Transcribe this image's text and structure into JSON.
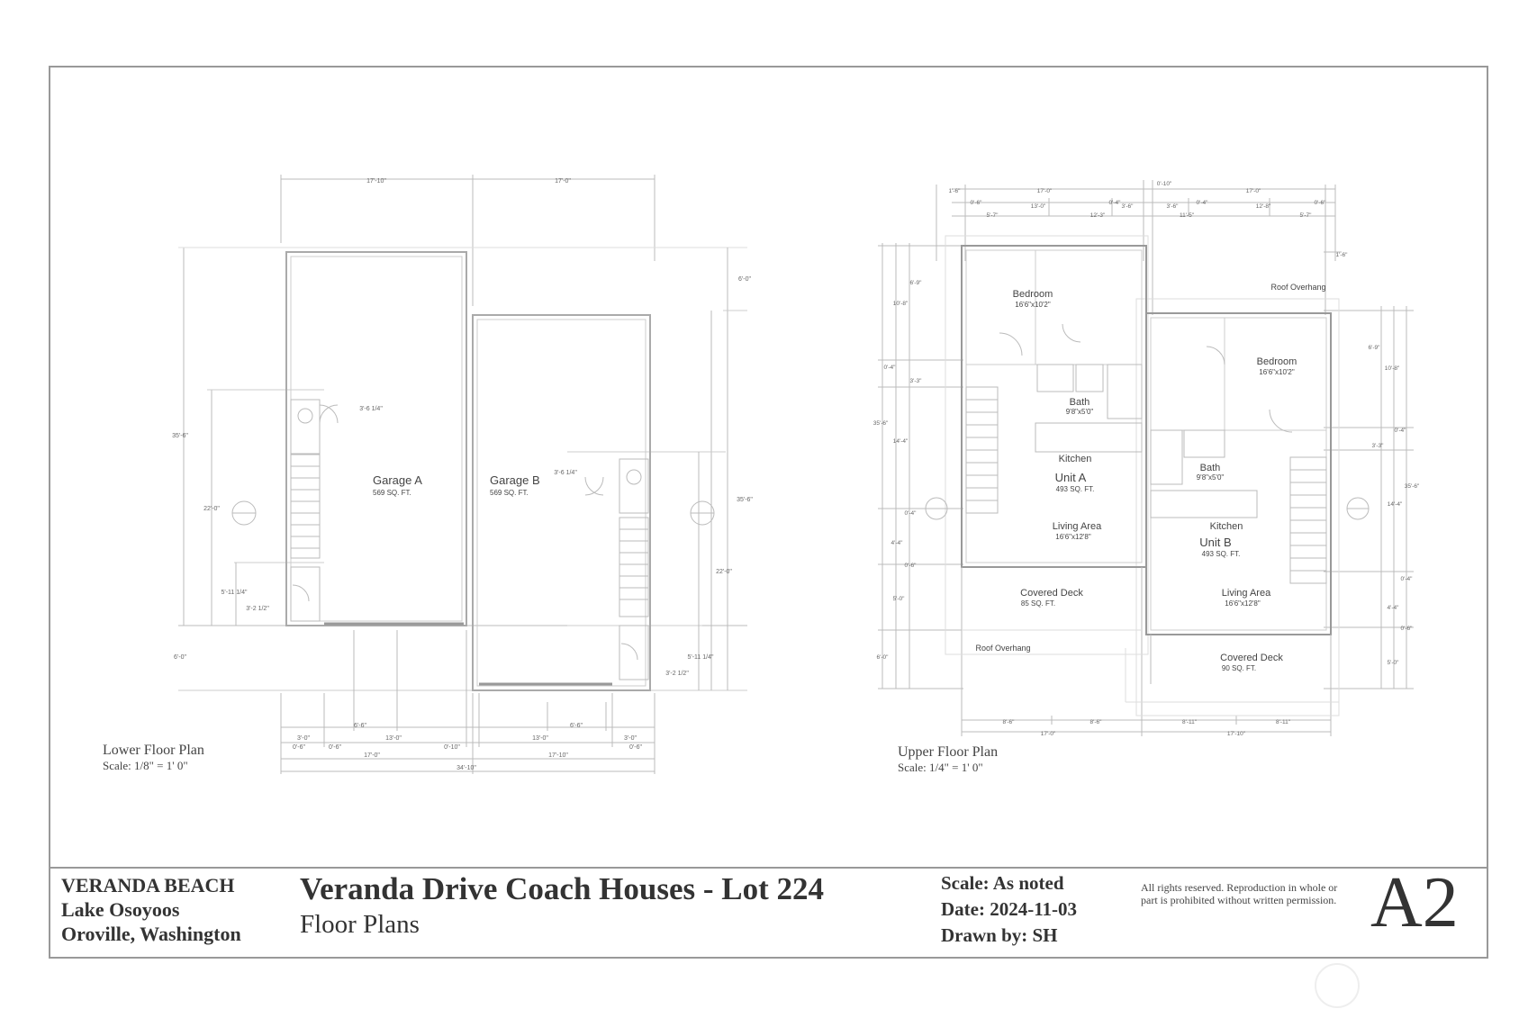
{
  "lower_plan": {
    "caption": "Lower Floor Plan",
    "scale": "Scale: 1/8\" = 1' 0\"",
    "rooms": [
      {
        "name": "Garage A",
        "area": "569 SQ. FT."
      },
      {
        "name": "Garage B",
        "area": "569 SQ. FT."
      }
    ],
    "dims": {
      "top_left": "17'-10\"",
      "top_right": "17'-0\"",
      "left_total": "35'-6\"",
      "left_lower": "22'-0\"",
      "left_bottom": "6'-0\"",
      "right_top": "6'-0\"",
      "right_total": "35'-6\"",
      "right_lower": "22'-0\"",
      "stair_a": "3'-6 1/4\"",
      "stair_b": "3'-6 1/4\"",
      "closet_a_w": "5'-11 1/4\"",
      "closet_a_h": "3'-2 1/2\"",
      "closet_b_w": "5'-11 1/4\"",
      "closet_b_h": "3'-2 1/2\"",
      "bottom_a_door": "6'-6\"",
      "bottom_b_door": "6'-6\"",
      "bottom_a_30": "3'-0\"",
      "bottom_a_06": "0'-6\"",
      "bottom_a_06b": "0'-6\"",
      "bottom_a_13": "13'-0\"",
      "bottom_a_010": "0'-10\"",
      "bottom_b_13": "13'-0\"",
      "bottom_b_30": "3'-0\"",
      "bottom_b_06": "0'-6\"",
      "bottom_17a": "17'-0\"",
      "bottom_17b": "17'-10\"",
      "bottom_total": "34'-10\""
    }
  },
  "upper_plan": {
    "caption": "Upper Floor Plan",
    "scale": "Scale: 1/4\" = 1' 0\"",
    "rooms": [
      {
        "name": "Bedroom",
        "area": "16'6\"x10'2\""
      },
      {
        "name": "Bath",
        "area": "9'8\"x5'0\""
      },
      {
        "name": "Kitchen",
        "area": ""
      },
      {
        "name": "Unit A",
        "area": "493 SQ. FT."
      },
      {
        "name": "Living Area",
        "area": "16'6\"x12'8\""
      },
      {
        "name": "Covered Deck",
        "area": "85 SQ. FT."
      },
      {
        "name": "Bedroom",
        "area": "16'6\"x10'2\""
      },
      {
        "name": "Bath",
        "area": "9'8\"x5'0\""
      },
      {
        "name": "Kitchen",
        "area": ""
      },
      {
        "name": "Unit B",
        "area": "493 SQ. FT."
      },
      {
        "name": "Living Area",
        "area": "16'6\"x12'8\""
      },
      {
        "name": "Covered Deck",
        "area": "90 SQ. FT."
      }
    ],
    "roof_overhang_top": "Roof Overhang",
    "roof_overhang_bottom": "Roof Overhang",
    "dims": {
      "t_16": "1'-6\"",
      "t_17a": "17'-0\"",
      "t_010": "0'-10\"",
      "t_17b": "17'-0\"",
      "t_06a": "0'-6\"",
      "t_13": "13'-0\"",
      "t_04a": "0'-4\"",
      "t_36a": "3'-6\"",
      "t_36b": "3'-6\"",
      "t_04b": "0'-4\"",
      "t_128": "12'-8\"",
      "t_06b": "0'-6\"",
      "t_57a": "5'-7\"",
      "t_123": "12'-3\"",
      "t_115": "11'-5\"",
      "t_57b": "5'-7\"",
      "r_16": "1'-6\"",
      "l_69": "6'-9\"",
      "l_108": "10'-8\"",
      "l_04": "0'-4\"",
      "l_33": "3'-3\"",
      "l_356": "35'-6\"",
      "l_144": "14'-4\"",
      "l_04b": "0'-4\"",
      "l_44": "4'-4\"",
      "l_06": "0'-6\"",
      "l_50": "5'-0\"",
      "l_60": "6'-0\"",
      "r_69": "6'-9\"",
      "r_108": "10'-8\"",
      "r_04": "0'-4\"",
      "r_33": "3'-3\"",
      "r_356": "35'-6\"",
      "r_144": "14'-4\"",
      "r_04b": "0'-4\"",
      "r_44": "4'-4\"",
      "r_06": "0'-6\"",
      "r_50": "5'-0\"",
      "b_86a": "8'-6\"",
      "b_86b": "8'-6\"",
      "b_811a": "8'-11\"",
      "b_811b": "8'-11\"",
      "b_17": "17'-0\"",
      "b_1710": "17'-10\""
    }
  },
  "title_block": {
    "project_line1": "VERANDA BEACH",
    "project_line2": "Lake Osoyoos",
    "project_line3": "Oroville, Washington",
    "title": "Veranda Drive Coach Houses - Lot 224",
    "subtitle": "Floor Plans",
    "scale": "Scale: As noted",
    "date": "Date: 2024-11-03",
    "drawn_by": "Drawn by: SH",
    "rights": "All rights reserved. Reproduction in whole or part is prohibited without written permission.",
    "sheet_number": "A2"
  }
}
